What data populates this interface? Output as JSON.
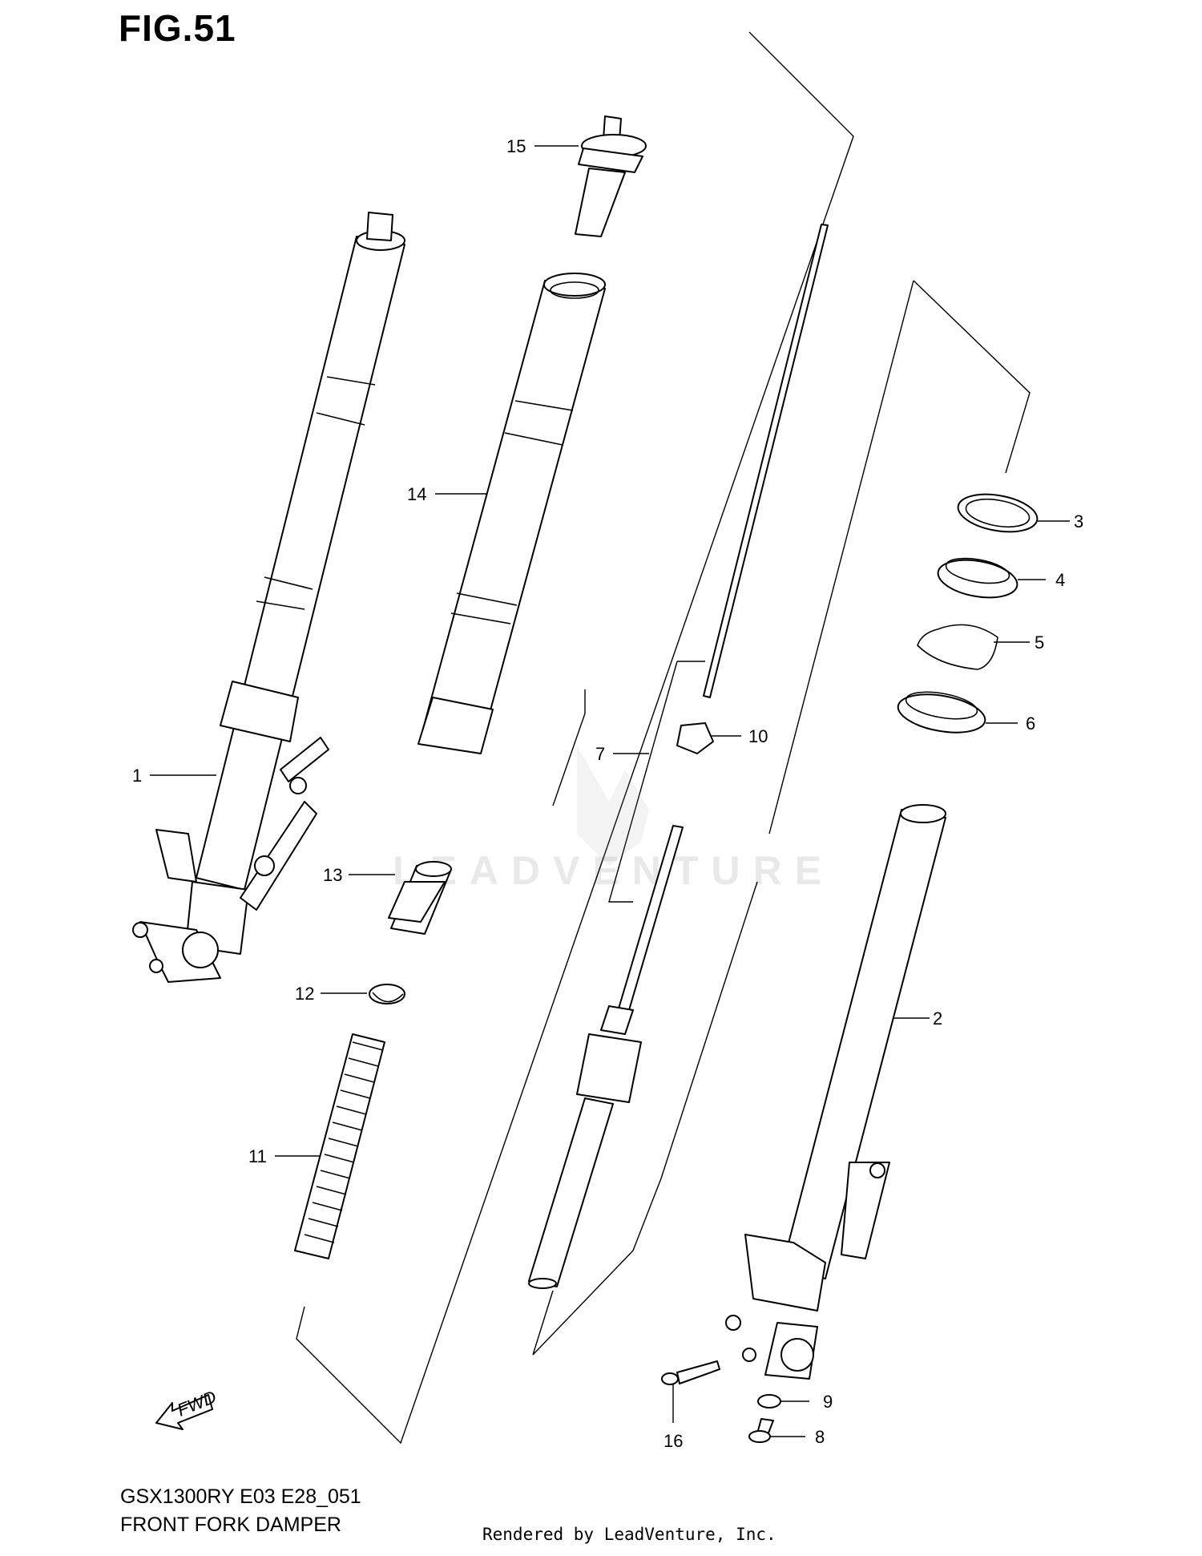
{
  "header": {
    "figure_label": "FIG.51"
  },
  "footer": {
    "model_code": "GSX1300RY E03 E28_051",
    "section_name": "FRONT FORK DAMPER",
    "rendered_by": "Rendered by LeadVenture, Inc."
  },
  "watermark": {
    "brand": "LEADVENTURE"
  },
  "fwd_arrow": {
    "label": "FWD"
  },
  "callouts": [
    {
      "number": "1",
      "part": "front-fork-assembly-left"
    },
    {
      "number": "2",
      "part": "outer-tube-right"
    },
    {
      "number": "3",
      "part": "oil-seal-ring"
    },
    {
      "number": "4",
      "part": "oil-seal"
    },
    {
      "number": "5",
      "part": "seal-stopper-ring"
    },
    {
      "number": "6",
      "part": "dust-seal"
    },
    {
      "number": "7",
      "part": "damper-rod-assembly"
    },
    {
      "number": "8",
      "part": "drain-bolt"
    },
    {
      "number": "9",
      "part": "gasket"
    },
    {
      "number": "10",
      "part": "lock-nut"
    },
    {
      "number": "11",
      "part": "fork-spring"
    },
    {
      "number": "12",
      "part": "spring-seat"
    },
    {
      "number": "13",
      "part": "spacer"
    },
    {
      "number": "14",
      "part": "inner-tube"
    },
    {
      "number": "15",
      "part": "cap-bolt"
    },
    {
      "number": "16",
      "part": "bolt"
    }
  ]
}
